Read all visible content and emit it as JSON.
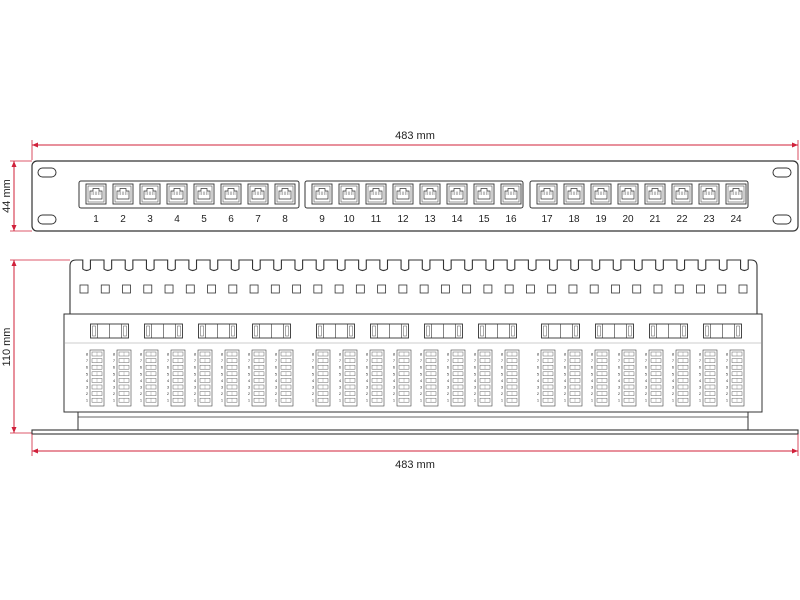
{
  "dimensions": {
    "front_width": "483 mm",
    "front_height": "44 mm",
    "side_depth": "110 mm",
    "bottom_width": "483 mm"
  },
  "ports": [
    "1",
    "2",
    "3",
    "4",
    "5",
    "6",
    "7",
    "8",
    "9",
    "10",
    "11",
    "12",
    "13",
    "14",
    "15",
    "16",
    "17",
    "18",
    "19",
    "20",
    "21",
    "22",
    "23",
    "24"
  ],
  "pin_labels": [
    "8",
    "7",
    "6",
    "5",
    "4",
    "3",
    "2",
    "1"
  ],
  "colors": {
    "dimension": "#d0203a",
    "outline": "#333333"
  }
}
